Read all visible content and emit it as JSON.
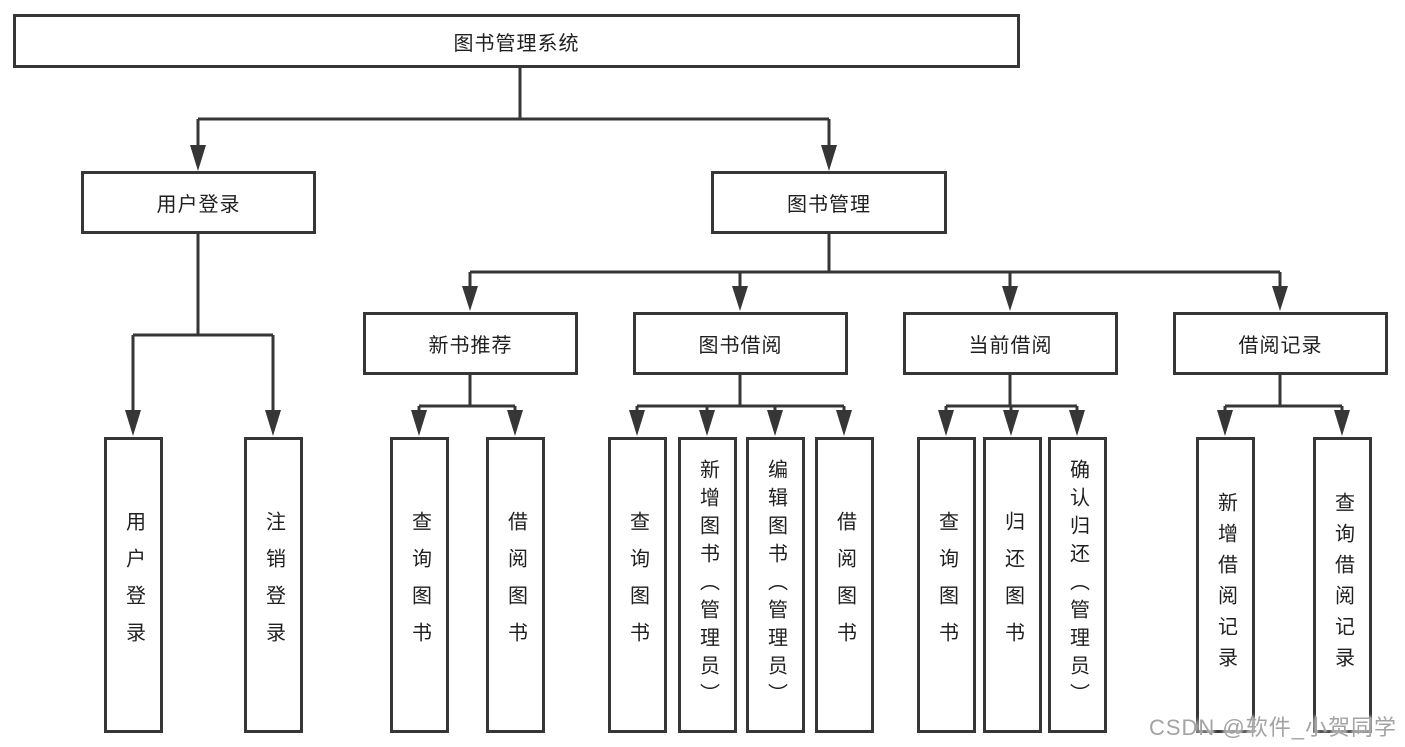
{
  "diagram": {
    "title": "图书管理系统",
    "nodes": {
      "root": {
        "label": "图书管理系统"
      },
      "user_login_branch": {
        "label": "用户登录"
      },
      "book_management_branch": {
        "label": "图书管理"
      },
      "new_book_recommend": {
        "label": "新书推荐"
      },
      "book_borrow": {
        "label": "图书借阅"
      },
      "current_borrow": {
        "label": "当前借阅"
      },
      "borrow_records": {
        "label": "借阅记录"
      },
      "leaf_user_login": {
        "label": "用户登录"
      },
      "leaf_logout": {
        "label": "注销登录"
      },
      "leaf_query_book_recommend": {
        "label": "查询图书"
      },
      "leaf_borrow_book_recommend": {
        "label": "借阅图书"
      },
      "leaf_query_book_borrow": {
        "label": "查询图书"
      },
      "leaf_add_book_admin": {
        "label": "新增图书（管理员）"
      },
      "leaf_edit_book_admin": {
        "label": "编辑图书（管理员）"
      },
      "leaf_borrow_book_borrow": {
        "label": "借阅图书"
      },
      "leaf_query_book_current": {
        "label": "查询图书"
      },
      "leaf_return_book": {
        "label": "归还图书"
      },
      "leaf_confirm_return_admin": {
        "label": "确认归还（管理员）"
      },
      "leaf_add_borrow_record": {
        "label": "新增借阅记录"
      },
      "leaf_query_borrow_record": {
        "label": "查询借阅记录"
      }
    }
  },
  "watermark": {
    "text": "CSDN @软件_小贺同学"
  },
  "colors": {
    "line": "#363636",
    "text": "#1f1f1f",
    "watermark": "#a3a3a3",
    "background": "#ffffff"
  }
}
